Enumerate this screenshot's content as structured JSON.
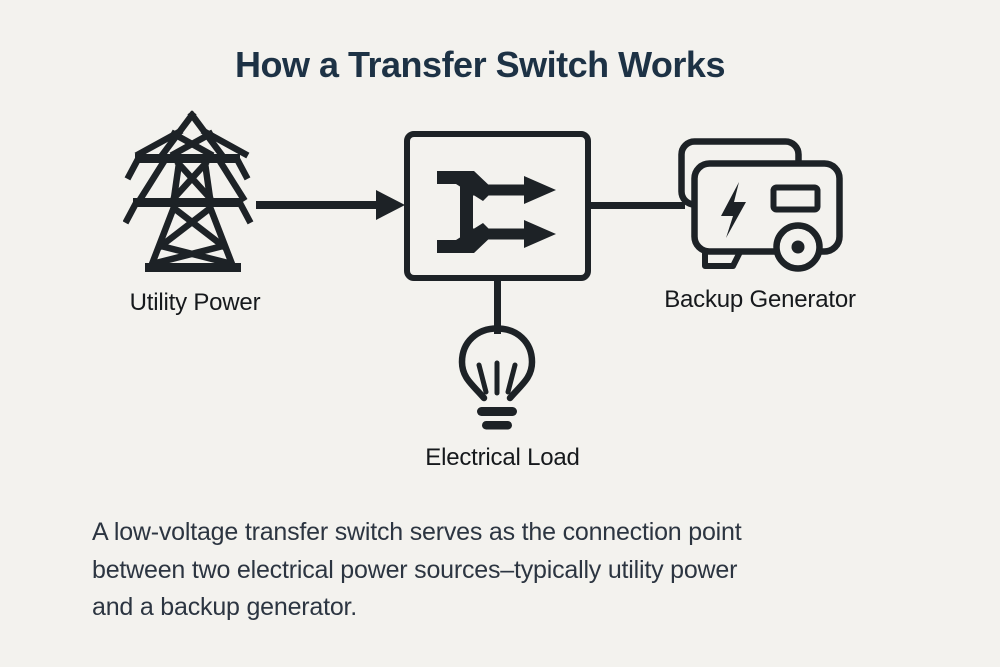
{
  "title": "How a Transfer Switch Works",
  "diagram": {
    "utility_label": "Utility Power",
    "generator_label": "Backup Generator",
    "load_label": "Electrical Load"
  },
  "description": {
    "lines": [
      "A low-voltage transfer switch serves as the connection point",
      "between two electrical power sources–typically utility power",
      "and a backup generator."
    ]
  },
  "icons": {
    "transmission-tower-icon": "svg-pylon-lattice",
    "flow-arrow-icon": "→",
    "transfer-switch-symbol-icon": "svg-dual-right-arrows-with-bracket",
    "generator-icon": "svg-portable-generator",
    "lightning-bolt-icon": "⚡",
    "wheel-icon": "◉",
    "light-bulb-icon": "💡"
  },
  "colors": {
    "bg": "#f3f2ee",
    "title": "#1d3245",
    "ink": "#1d2226",
    "label": "#16191c",
    "body": "#2c3541"
  }
}
